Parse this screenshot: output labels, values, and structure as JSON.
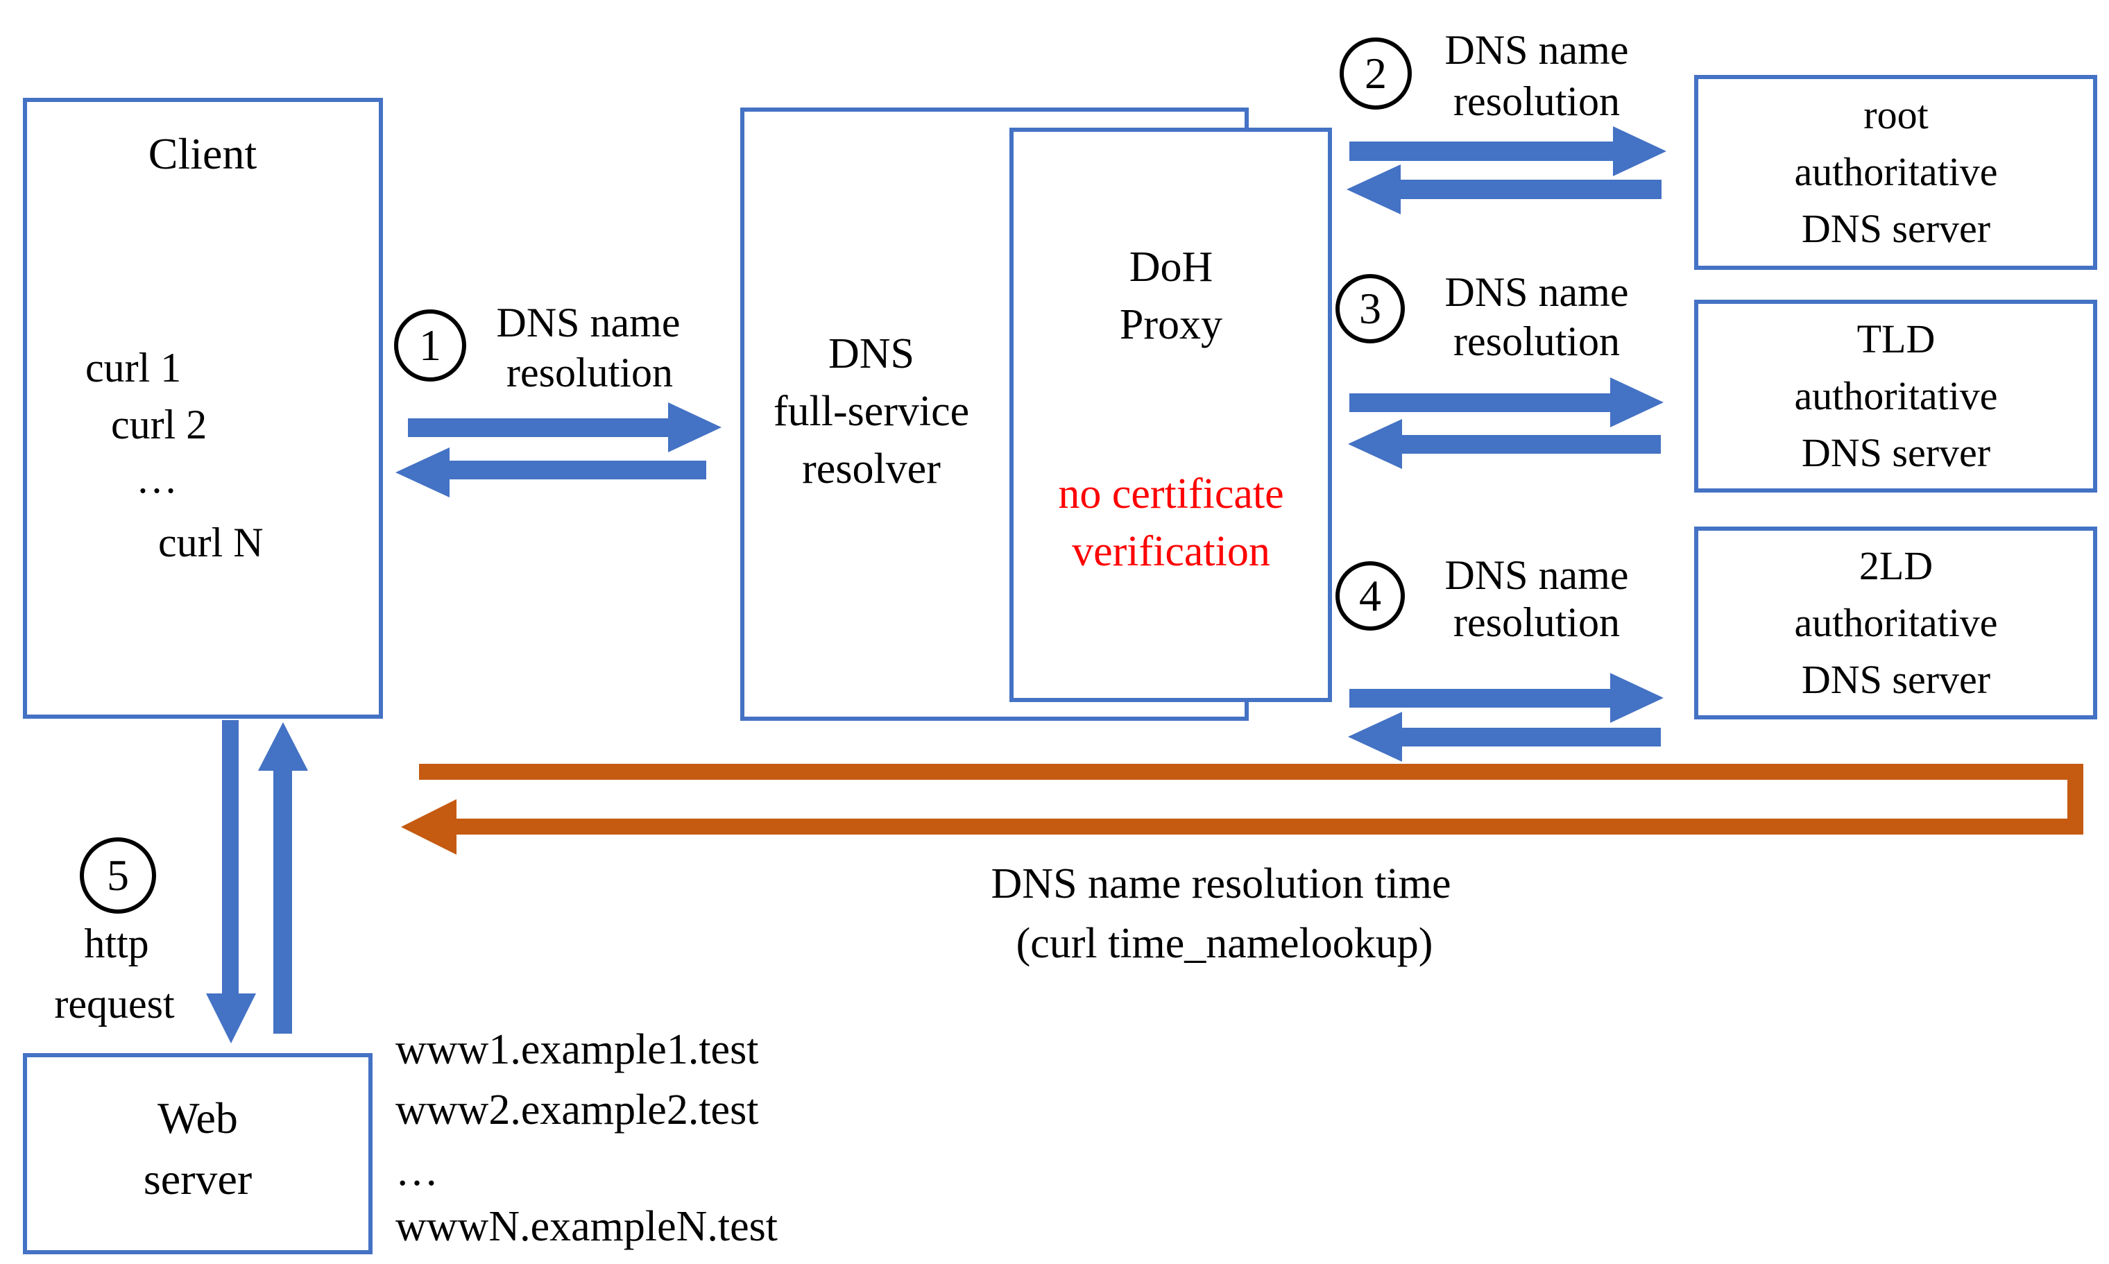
{
  "colors": {
    "blue": "#4472C4",
    "orange": "#C55A11",
    "red": "#FF0000",
    "black": "#000000"
  },
  "nodes": {
    "client": {
      "title": "Client",
      "curl_jobs": [
        "curl 1",
        "curl 2",
        "…",
        "curl N"
      ]
    },
    "resolver": {
      "line1": "DNS",
      "line2": "full-service",
      "line3": "resolver"
    },
    "doh_proxy": {
      "line1": "DoH",
      "line2": "Proxy",
      "warning1": "no certificate",
      "warning2": "verification"
    },
    "root_dns": {
      "line1": "root",
      "line2": "authoritative",
      "line3": "DNS server"
    },
    "tld_dns": {
      "line1": "TLD",
      "line2": "authoritative",
      "line3": "DNS server"
    },
    "sld_dns": {
      "line1": "2LD",
      "line2": "authoritative",
      "line3": "DNS server"
    },
    "web_server": {
      "line1": "Web",
      "line2": "server"
    }
  },
  "steps": {
    "s1": {
      "num": "1",
      "line1": "DNS name",
      "line2": "resolution"
    },
    "s2": {
      "num": "2",
      "line1": "DNS name",
      "line2": "resolution"
    },
    "s3": {
      "num": "3",
      "line1": "DNS name",
      "line2": "resolution"
    },
    "s4": {
      "num": "4",
      "line1": "DNS name",
      "line2": "resolution"
    },
    "s5": {
      "num": "5",
      "line1": "http",
      "line2": "request"
    }
  },
  "timing_label": {
    "line1": "DNS name resolution time",
    "line2": "(curl time_namelookup)"
  },
  "hostnames": [
    "www1.example1.test",
    "www2.example2.test",
    "…",
    "wwwN.exampleN.test"
  ]
}
